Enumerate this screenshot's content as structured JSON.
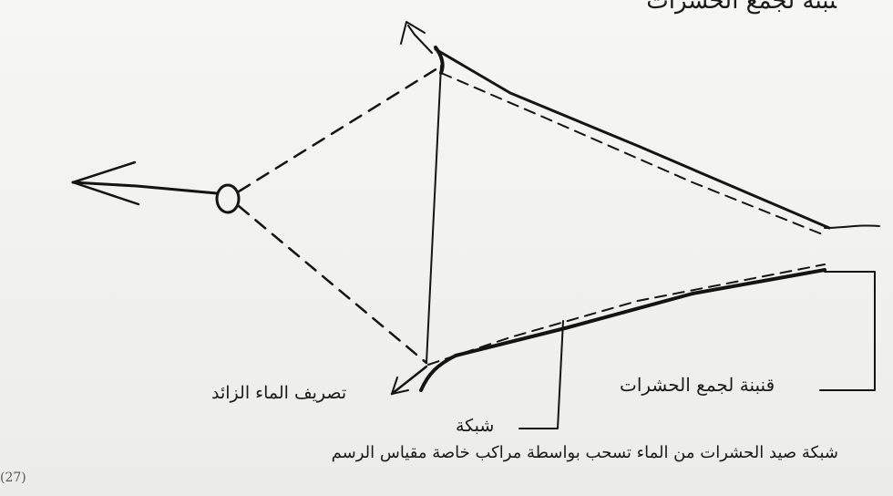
{
  "labels": {
    "top_collector": "ﺘﺒﻨﺔ ﻟﺠﻤﻊ ﺍﻟﺤﺸﺮﺍﺕ",
    "collector": "ﻗﻨﺒﻨﺔ ﻟﺠﻤﻊ ﺍﻟﺤﺸﺮﺍﺕ",
    "drain": "ﺗﺼﺮﻳﻒ ﺍﻟﻤﺎﺀ ﺍﻟﺰﺍﺋﺪ",
    "net": "ﺷﺒﻜﺔ"
  },
  "caption": {
    "number": "(27)",
    "text": "ﺷﺒﻜﺔ ﺻﻴﺪ ﺍﻟﺤﺸﺮﺍﺕ ﻣﻦ ﺍﻟﻤﺎﺀ ﺗﺴﺤﺐ ﺑﻮﺍﺳﻄﺔ ﻣﺮﺍﻛﺐ ﺧﺎﺻﺔ ﻣﻘﻴﺎﺱ ﺍﻟﺮﺳﻢ"
  }
}
